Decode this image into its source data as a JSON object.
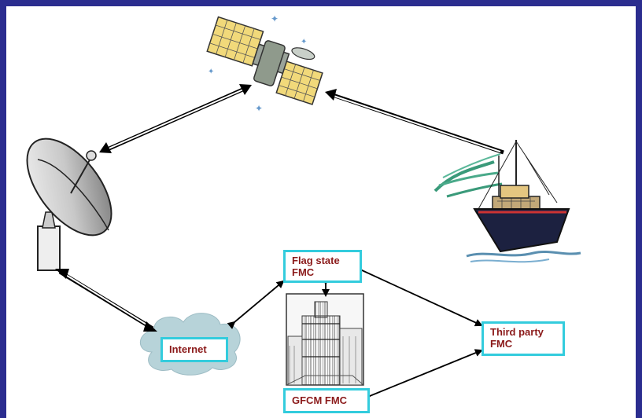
{
  "nodes": {
    "flag_state": "Flag state\nFMC",
    "internet": "Internet",
    "third_party": "Third party\nFMC",
    "gfcm": "GFCM FMC"
  },
  "colors": {
    "background": "#2b2d8f",
    "box_border": "#33ccdd",
    "label_text": "#8b1a1a",
    "arrow": "#000000",
    "cloud": "#b7d3d9"
  },
  "icons": [
    "satellite-icon",
    "satellite-dish-icon",
    "fishing-vessel-icon",
    "cloud-icon",
    "building-photo-icon"
  ]
}
